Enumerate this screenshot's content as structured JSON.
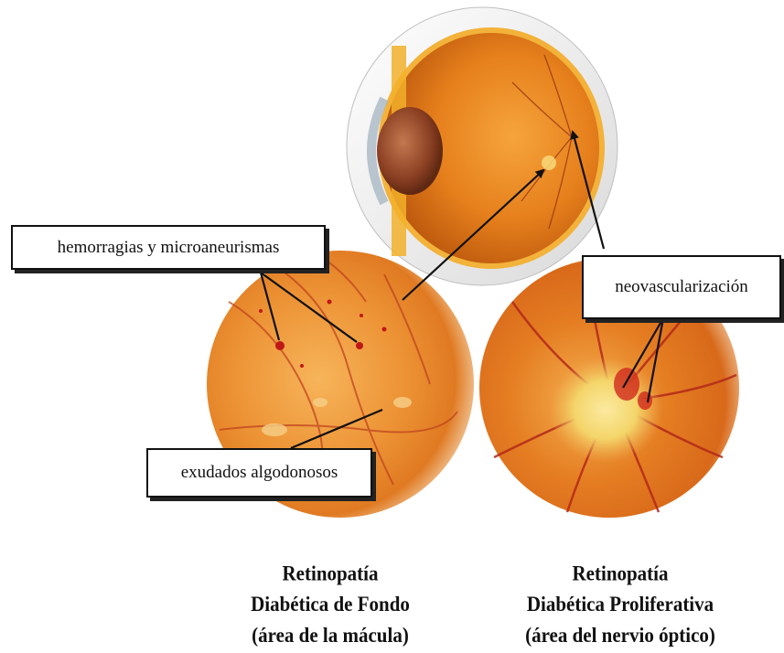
{
  "labels": {
    "hemorrhages": "hemorragias y microaneurismas",
    "neovascularization": "neovascularización",
    "exudates": "exudados algodonosos"
  },
  "captions": {
    "left": {
      "line1": "Retinopatía",
      "line2": "Diabética de Fondo",
      "line3": "(área de la mácula)"
    },
    "right": {
      "line1": "Retinopatía",
      "line2": "Diabética Proliferativa",
      "line3": "(área del nervio óptico)"
    }
  },
  "colors": {
    "retina_orange": "#e8892c",
    "eyeball_orange": "#e07a1a",
    "optic_disc_yellow": "#f4d56a",
    "vessel_red": "#c0341e",
    "lesion_red": "#c01818",
    "annotation_line": "#111111"
  }
}
